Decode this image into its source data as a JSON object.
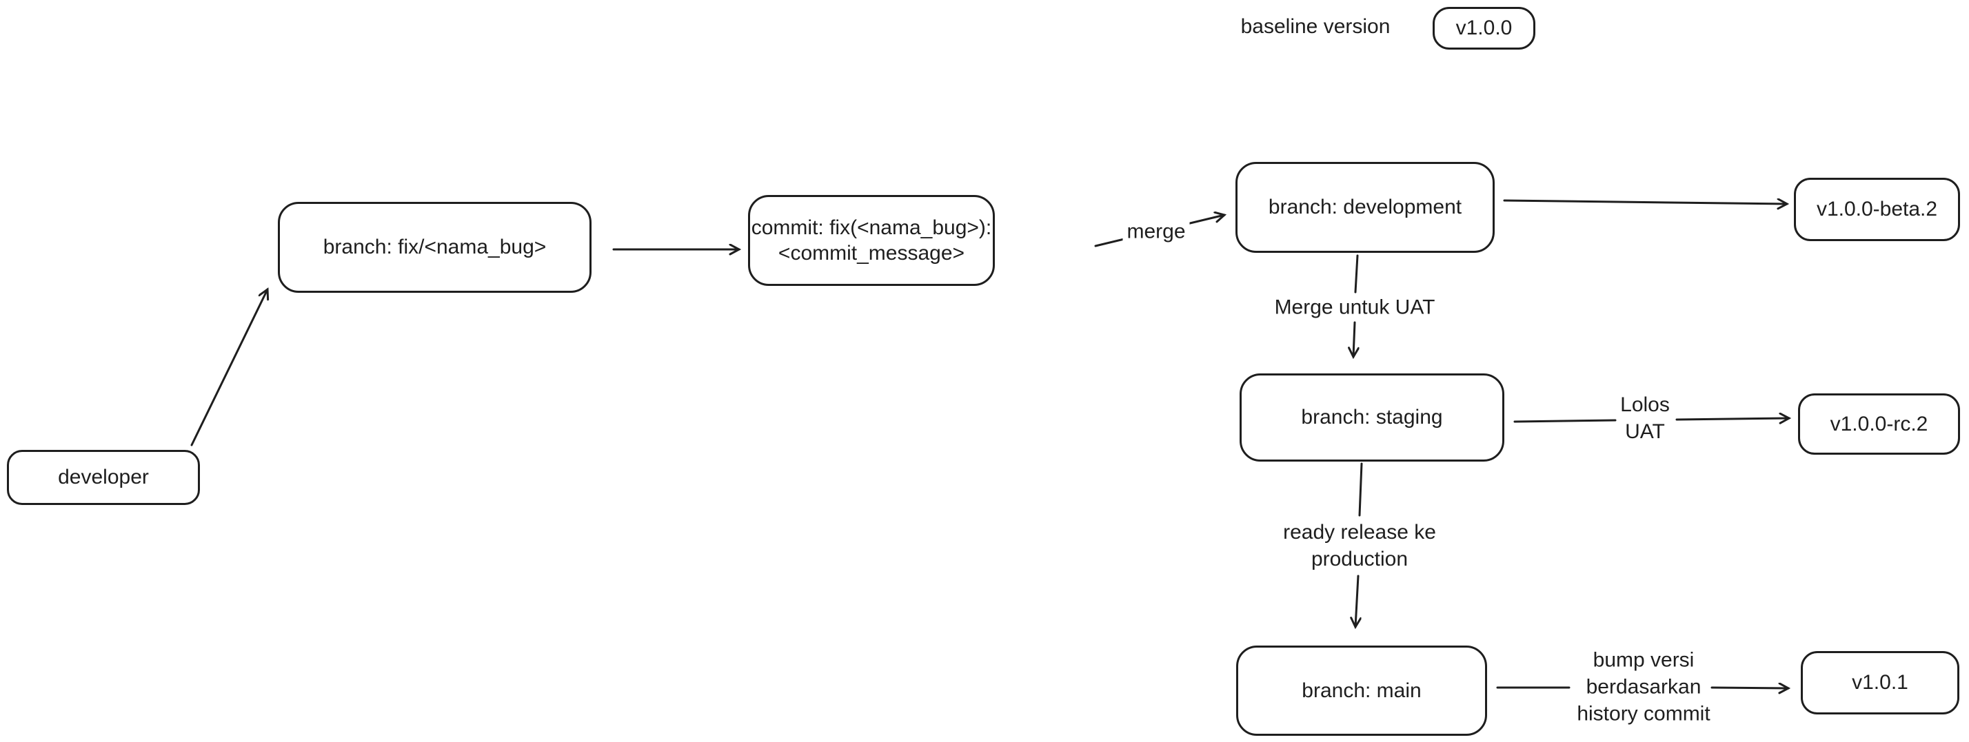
{
  "diagram": {
    "type": "git-release-flowchart",
    "background_color": "#ffffff",
    "stroke_color": "#1e1e1e",
    "baseline": {
      "label": "baseline version",
      "version": "v1.0.0"
    },
    "nodes": {
      "developer": {
        "label": "developer"
      },
      "fix_branch": {
        "label": "branch: fix/<nama_bug>"
      },
      "commit": {
        "line1": "commit: fix(<nama_bug>):",
        "line2": "<commit_message>"
      },
      "development": {
        "label": "branch: development"
      },
      "staging": {
        "label": "branch: staging"
      },
      "main": {
        "label": "branch: main"
      },
      "version_beta": {
        "label": "v1.0.0-beta.2"
      },
      "version_rc": {
        "label": "v1.0.0-rc.2"
      },
      "version_release": {
        "label": "v1.0.1"
      }
    },
    "edge_labels": {
      "merge": "merge",
      "merge_uat": "Merge untuk UAT",
      "lolos": {
        "line1": "Lolos",
        "line2": "UAT"
      },
      "ready": {
        "line1": "ready release ke",
        "line2": "production"
      },
      "bump": {
        "line1": "bump versi",
        "line2": "berdasarkan",
        "line3": "history commit"
      }
    }
  }
}
